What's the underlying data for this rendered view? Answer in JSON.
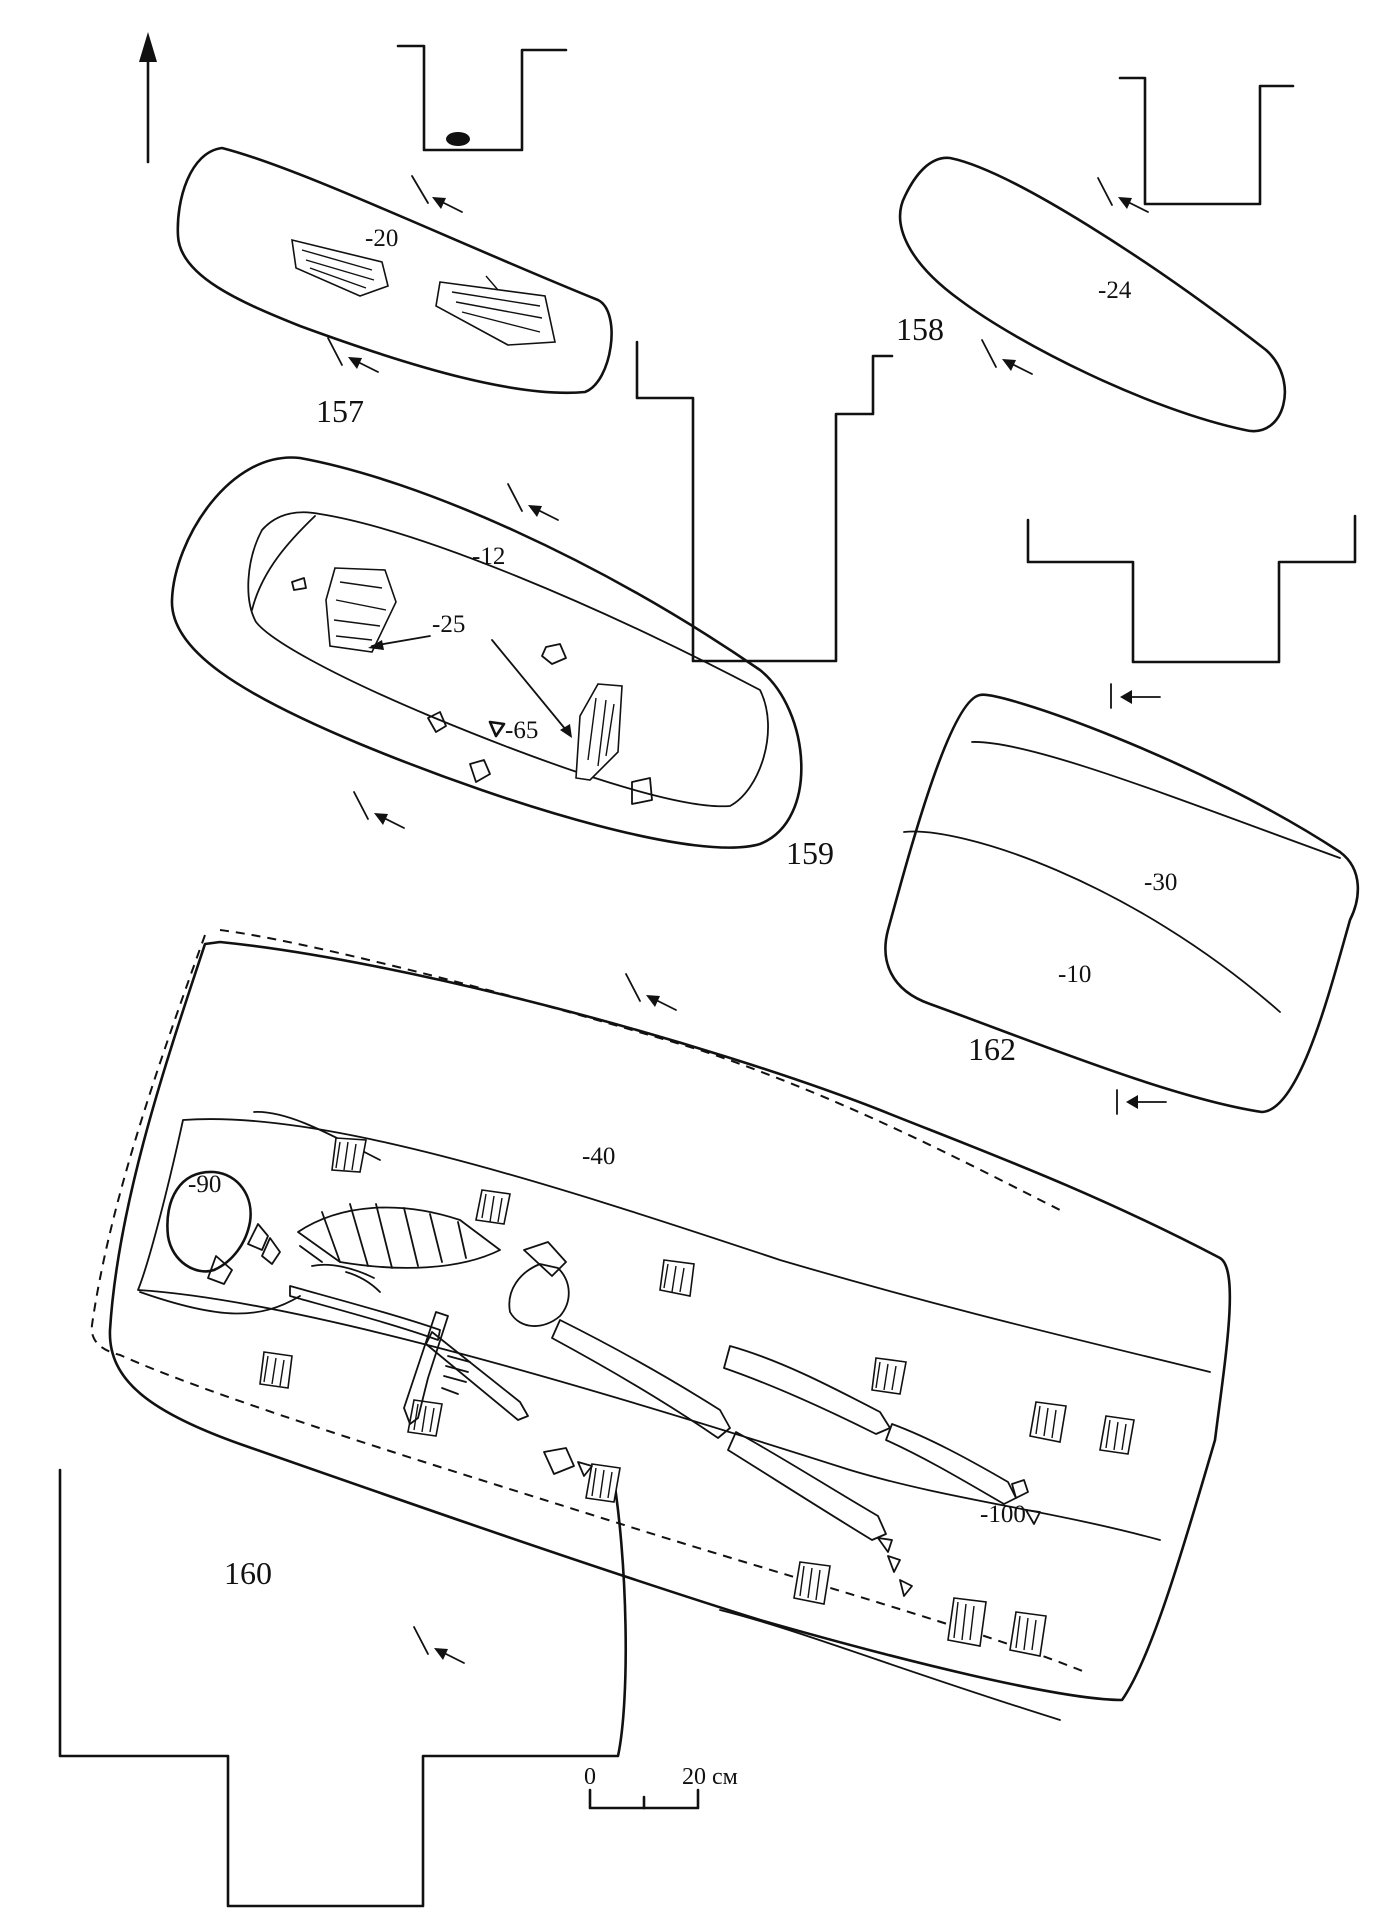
{
  "figure": {
    "graves": [
      {
        "id": "157",
        "depths": [
          "-20"
        ]
      },
      {
        "id": "158",
        "depths": [
          "-24"
        ]
      },
      {
        "id": "159",
        "depths": [
          "-12",
          "-25",
          "-65"
        ]
      },
      {
        "id": "160",
        "depths": [
          "-40",
          "-90",
          "-100"
        ]
      },
      {
        "id": "162",
        "depths": [
          "-30",
          "-10"
        ]
      }
    ],
    "scale_bar": {
      "start": "0",
      "end": "20 см"
    },
    "north_arrow": "north-arrow-icon"
  }
}
